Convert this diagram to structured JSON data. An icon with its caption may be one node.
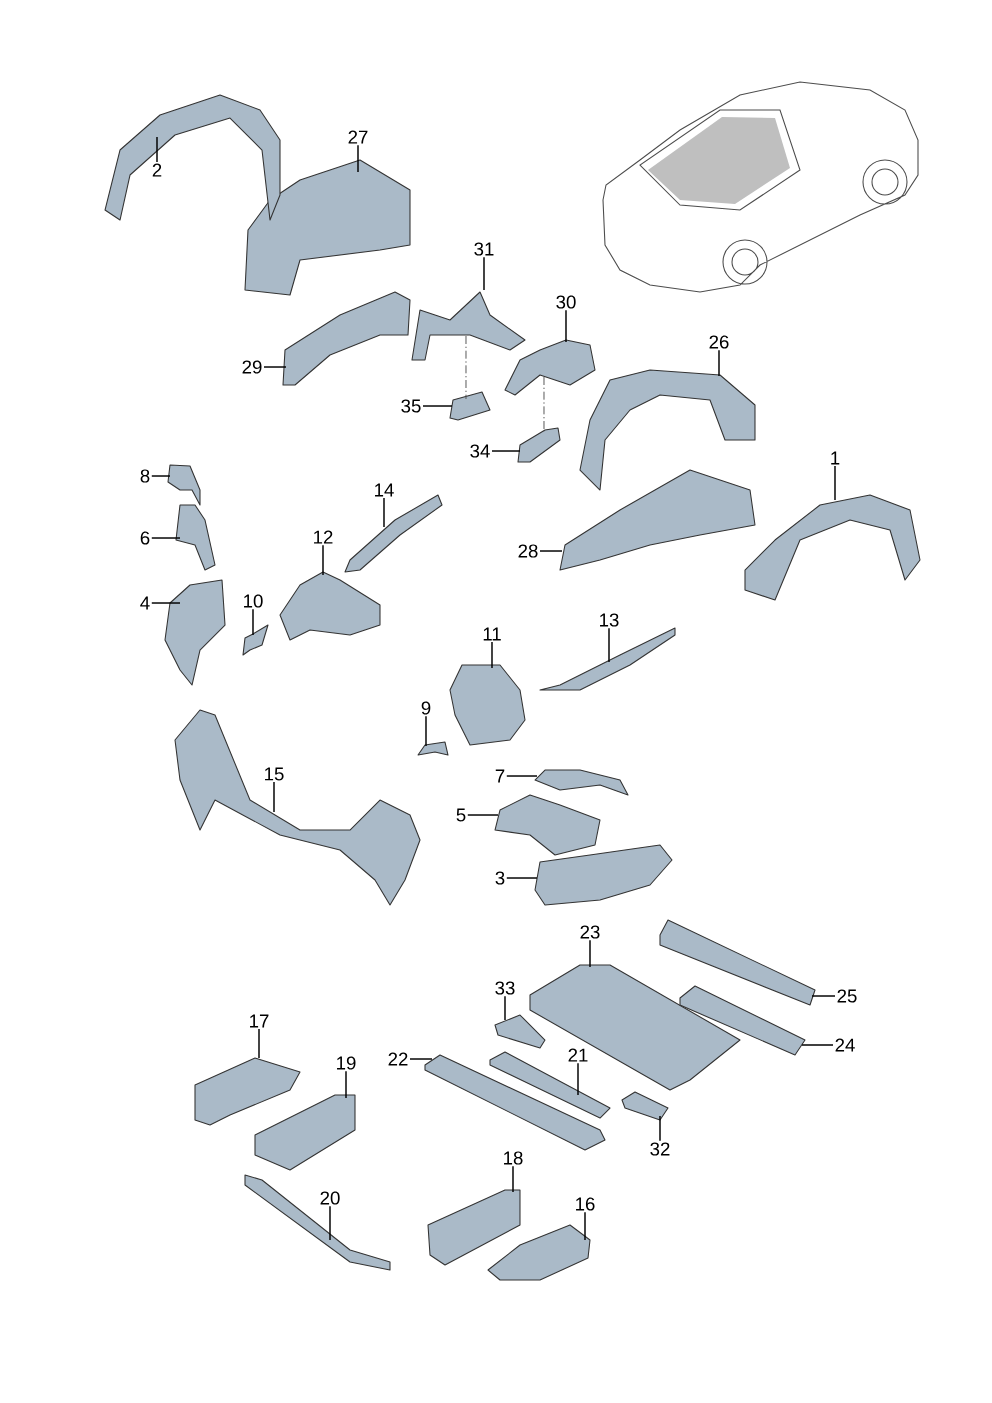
{
  "diagram": {
    "nodes": [
      {
        "text": [
          "27"
        ]
      },
      {
        "text": [
          "2"
        ]
      },
      {
        "text": [
          "31"
        ]
      },
      {
        "text": [
          "30"
        ]
      },
      {
        "text": [
          "26"
        ]
      },
      {
        "text": [
          "29"
        ]
      },
      {
        "text": [
          "35"
        ]
      },
      {
        "text": [
          "34"
        ]
      },
      {
        "text": [
          "1"
        ]
      },
      {
        "text": [
          "8"
        ]
      },
      {
        "text": [
          "14"
        ]
      },
      {
        "text": [
          "12"
        ]
      },
      {
        "text": [
          "6"
        ]
      },
      {
        "text": [
          "28"
        ]
      },
      {
        "text": [
          "10"
        ]
      },
      {
        "text": [
          "4"
        ]
      },
      {
        "text": [
          "13"
        ]
      },
      {
        "text": [
          "11"
        ]
      },
      {
        "text": [
          "9"
        ]
      },
      {
        "text": [
          "15"
        ]
      },
      {
        "text": [
          "7"
        ]
      },
      {
        "text": [
          "5"
        ]
      },
      {
        "text": [
          "3"
        ]
      },
      {
        "text": [
          "23"
        ]
      },
      {
        "text": [
          "33"
        ]
      },
      {
        "text": [
          "25"
        ]
      },
      {
        "text": [
          "17"
        ]
      },
      {
        "text": [
          "24"
        ]
      },
      {
        "text": [
          "21"
        ]
      },
      {
        "text": [
          "22"
        ]
      },
      {
        "text": [
          "19"
        ]
      },
      {
        "text": [
          "32"
        ]
      },
      {
        "text": [
          "18"
        ]
      },
      {
        "text": [
          "20"
        ]
      },
      {
        "text": [
          "16"
        ]
      },
      {
        "text": [],
        "shape": "picture"
      },
      {
        "text": [],
        "shape": "picture"
      },
      {
        "text": [],
        "shape": "picture"
      },
      {
        "text": [],
        "shape": "picture"
      },
      {
        "text": [],
        "shape": "picture"
      },
      {
        "text": [],
        "shape": "picture"
      },
      {
        "text": [],
        "shape": "picture"
      },
      {
        "text": [],
        "shape": "picture"
      },
      {
        "text": [],
        "shape": "picture"
      },
      {
        "text": [],
        "shape": "picture"
      },
      {
        "text": [],
        "shape": "picture"
      },
      {
        "text": [],
        "shape": "picture"
      },
      {
        "text": [],
        "shape": "picture"
      },
      {
        "text": [],
        "shape": "picture"
      },
      {
        "text": [],
        "shape": "picture"
      },
      {
        "text": [],
        "shape": "picture"
      },
      {
        "text": [],
        "shape": "picture"
      },
      {
        "text": [],
        "shape": "picture"
      },
      {
        "text": [],
        "shape": "picture"
      },
      {
        "text": [],
        "shape": "picture"
      },
      {
        "text": [],
        "shape": "picture"
      },
      {
        "text": [],
        "shape": "picture"
      },
      {
        "text": [],
        "shape": "picture"
      },
      {
        "text": [],
        "shape": "picture"
      },
      {
        "text": [],
        "shape": "picture"
      },
      {
        "text": [],
        "shape": "picture"
      },
      {
        "text": [],
        "shape": "picture"
      },
      {
        "text": [],
        "shape": "picture"
      },
      {
        "text": [],
        "shape": "picture"
      },
      {
        "text": [],
        "shape": "picture"
      },
      {
        "text": [],
        "shape": "picture"
      },
      {
        "text": [],
        "shape": "picture"
      },
      {
        "text": [],
        "shape": "picture"
      },
      {
        "text": [],
        "shape": "picture"
      },
      {
        "text": [],
        "shape": "picture"
      }
    ],
    "edges": [
      {
        "from": 0,
        "to": 35,
        "arrow": "none"
      },
      {
        "from": 1,
        "to": 36,
        "arrow": "none"
      },
      {
        "from": 2,
        "to": 37,
        "arrow": "none"
      },
      {
        "from": 3,
        "to": 38,
        "arrow": "none"
      },
      {
        "from": 4,
        "to": 39,
        "arrow": "none"
      },
      {
        "from": 5,
        "to": 40,
        "arrow": "none"
      },
      {
        "from": 6,
        "to": 41,
        "arrow": "none"
      },
      {
        "from": 7,
        "to": 42,
        "arrow": "none"
      },
      {
        "from": 8,
        "to": 43,
        "arrow": "none"
      },
      {
        "from": 9,
        "to": 44,
        "arrow": "none"
      },
      {
        "from": 10,
        "to": 45,
        "arrow": "none"
      },
      {
        "from": 11,
        "to": 46,
        "arrow": "none"
      },
      {
        "from": 12,
        "to": 47,
        "arrow": "none"
      },
      {
        "from": 13,
        "to": 48,
        "arrow": "none"
      },
      {
        "from": 14,
        "to": 49,
        "arrow": "none"
      },
      {
        "from": 15,
        "to": 50,
        "arrow": "none"
      },
      {
        "from": 16,
        "to": 51,
        "arrow": "none"
      },
      {
        "from": 17,
        "to": 52,
        "arrow": "none"
      },
      {
        "from": 18,
        "to": 53,
        "arrow": "none"
      },
      {
        "from": 19,
        "to": 54,
        "arrow": "none"
      },
      {
        "from": 20,
        "to": 55,
        "arrow": "none"
      },
      {
        "from": 21,
        "to": 56,
        "arrow": "none"
      },
      {
        "from": 22,
        "to": 57,
        "arrow": "none"
      },
      {
        "from": 23,
        "to": 58,
        "arrow": "none"
      },
      {
        "from": 24,
        "to": 59,
        "arrow": "none"
      },
      {
        "from": 25,
        "to": 60,
        "arrow": "none"
      },
      {
        "from": 26,
        "to": 61,
        "arrow": "none"
      },
      {
        "from": 27,
        "to": 62,
        "arrow": "none"
      },
      {
        "from": 28,
        "to": 63,
        "arrow": "none"
      },
      {
        "from": 29,
        "to": 64,
        "arrow": "none"
      },
      {
        "from": 30,
        "to": 65,
        "arrow": "none"
      },
      {
        "from": 31,
        "to": 66,
        "arrow": "none"
      },
      {
        "from": 32,
        "to": 67,
        "arrow": "none"
      },
      {
        "from": 33,
        "to": 68,
        "arrow": "none"
      },
      {
        "from": 34,
        "to": 69,
        "arrow": "none"
      },
      {
        "from": 37,
        "to": 41,
        "arrow": "none",
        "style": "dashed"
      },
      {
        "from": 38,
        "to": 42,
        "arrow": "none",
        "style": "dashed"
      }
    ]
  }
}
